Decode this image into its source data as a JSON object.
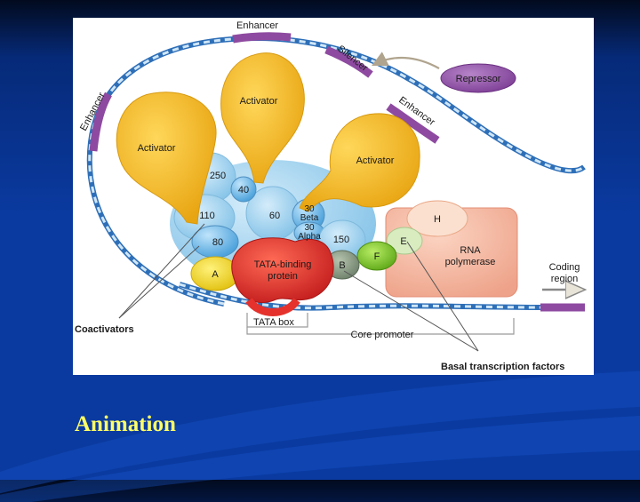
{
  "caption": "Animation",
  "diagram": {
    "labels": {
      "enhancer_top": "Enhancer",
      "enhancer_left": "Enhancer",
      "enhancer_right": "Enhancer",
      "silencer": "Silencer",
      "repressor": "Repressor",
      "activator_left": "Activator",
      "activator_middle": "Activator",
      "activator_right": "Activator",
      "taf_250": "250",
      "taf_40": "40",
      "taf_110": "110",
      "taf_60": "60",
      "taf_30_beta": "30",
      "beta": "Beta",
      "taf_30_alpha": "30",
      "alpha": "Alpha",
      "taf_80": "80",
      "taf_150": "150",
      "factor_a": "A",
      "tbp_line1": "TATA-binding",
      "tbp_line2": "protein",
      "factor_b": "B",
      "factor_f": "F",
      "factor_e": "E",
      "factor_h": "H",
      "rna_pol_line1": "RNA",
      "rna_pol_line2": "polymerase",
      "coding_line1": "Coding",
      "coding_line2": "region",
      "tata_box": "TATA box",
      "core_promoter": "Core promoter",
      "coactivators": "Coactivators",
      "basal_factors": "Basal transcription factors"
    },
    "colors": {
      "activator": "#f2b51c",
      "coactivator": "#9fd2ee",
      "tbp": "#e5322c",
      "factor_a": "#f0d21a",
      "factor_b": "#8a9b86",
      "factor_f": "#7cc424",
      "factor_e": "#d8ecc0",
      "rna_polymerase": "#f4b29a",
      "repressor": "#9256a8",
      "dna_light": "#8fc3ea",
      "dna_dark": "#2e6fb8",
      "enhancer": "#8e4aa0"
    }
  }
}
